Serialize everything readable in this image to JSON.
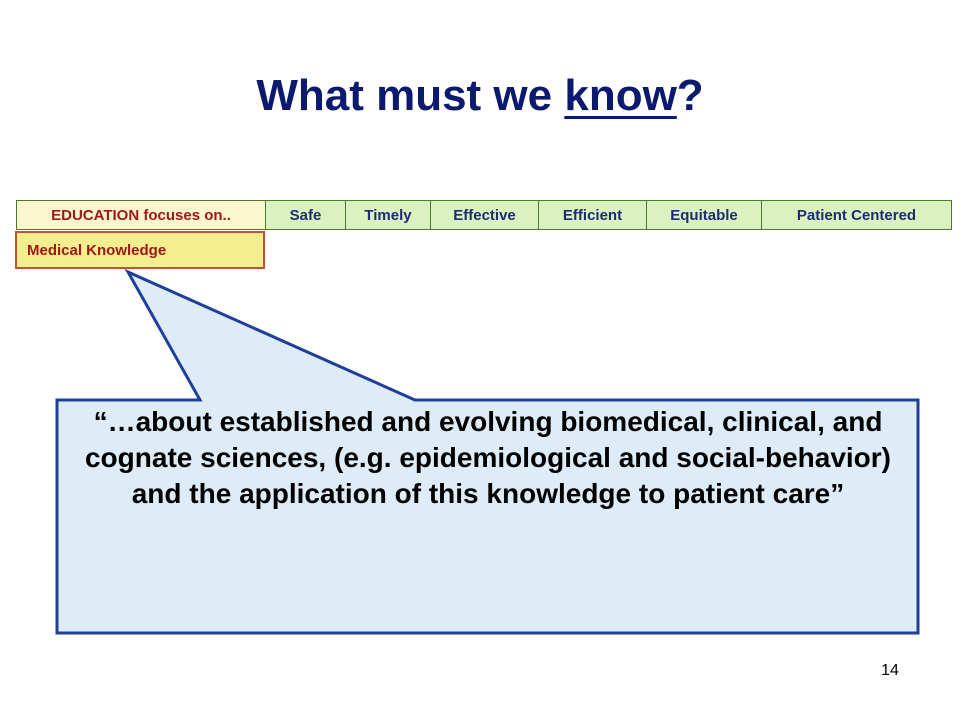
{
  "slide": {
    "title_prefix": "What must we ",
    "title_emphasis": "know",
    "title_suffix": "?",
    "header_label": "EDUCATION focuses on..",
    "dimensions": [
      {
        "label": "Safe"
      },
      {
        "label": "Timely"
      },
      {
        "label": "Effective"
      },
      {
        "label": "Efficient"
      },
      {
        "label": "Equitable"
      },
      {
        "label": "Patient Centered"
      }
    ],
    "selected_item": "Medical Knowledge",
    "quote": "“…about established and evolving biomedical, clinical, and cognate sciences, (e.g. epidemiological and social-behavior) and the application of this knowledge to patient care”",
    "page_number": "14"
  },
  "colors": {
    "title": "#0b1a6e",
    "header_bg": "#fbf6cf",
    "header_text": "#a01818",
    "dimension_bg": "#d9f2bf",
    "dimension_text": "#1e2b78",
    "selected_bg": "#f4ee8e",
    "selected_border": "#c8502a",
    "callout_fill": "#deecf8",
    "callout_border": "#1f3f99"
  }
}
